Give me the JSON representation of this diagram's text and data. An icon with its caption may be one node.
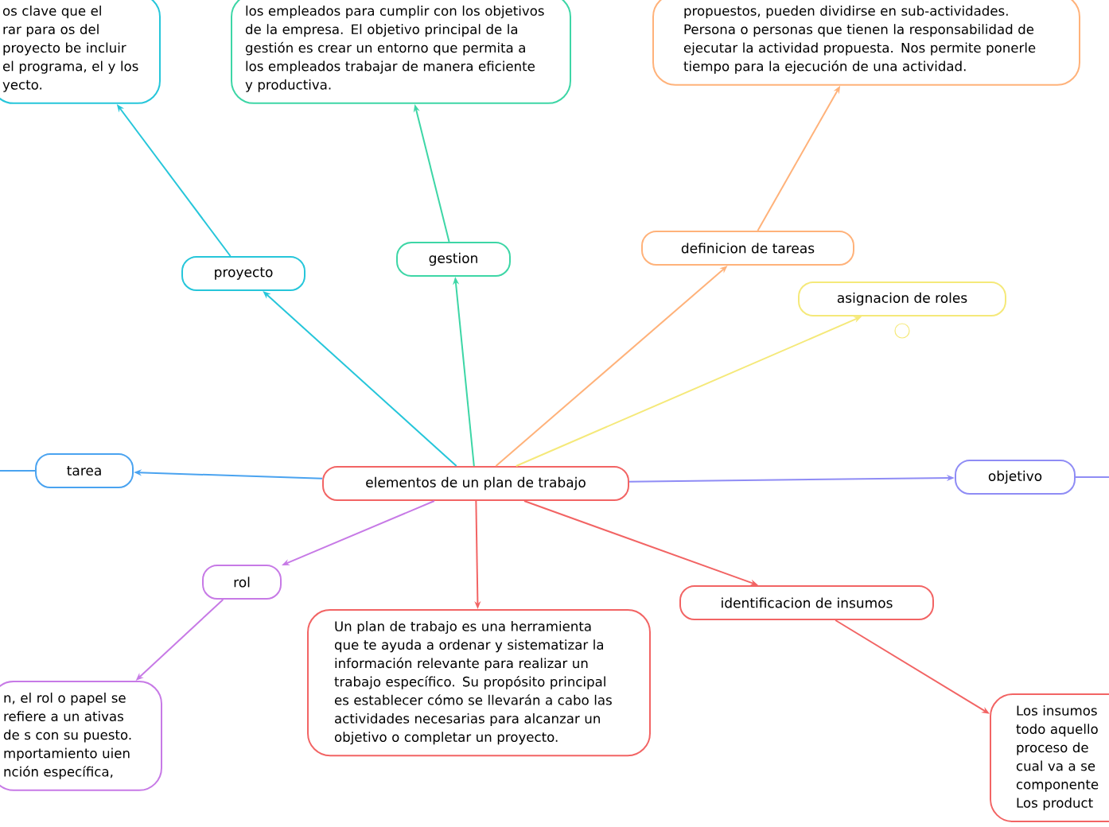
{
  "diagram": {
    "nodes": [
      {
        "text": [
          "elementos de un plan de trabajo"
        ]
      },
      {
        "text": [
          "proyecto"
        ]
      },
      {
        "text": [
          "os clave que el rar para os del proyecto be incluir el programa, el y los yecto."
        ]
      },
      {
        "text": [
          "gestion"
        ]
      },
      {
        "text": [
          "los empleados para cumplir con los objetivos de la empresa. El objetivo principal de la gestión es crear un entorno que permita a los empleados trabajar de manera eficiente y productiva."
        ]
      },
      {
        "text": [
          "definicion de tareas"
        ]
      },
      {
        "text": [
          "propuestos, pueden dividirse en sub-actividades. Persona o personas que tienen la responsabilidad de ejecutar la actividad propuesta. Nos permite ponerle tiempo para la ejecución de una actividad."
        ]
      },
      {
        "text": [
          "asignacion de roles"
        ]
      },
      {
        "text": [
          "tarea"
        ]
      },
      {
        "text": [
          "objetivo"
        ]
      },
      {
        "text": [
          "rol"
        ]
      },
      {
        "text": [
          "n, el rol o papel se refiere a un ativas de s con su puesto. mportamiento uien nción específica,"
        ]
      },
      {
        "text": [
          "identificacion de insumos"
        ]
      },
      {
        "text": [
          "Los insumos todo aquello proceso de cual va a se componente Los product"
        ]
      },
      {
        "text": [
          "Un plan de trabajo es una herramienta que te ayuda a ordenar y sistematizar la información relevante para realizar un trabajo específico. Su propósito principal es establecer cómo se llevarán a cabo las actividades necesarias para alcanzar un objetivo o completar un proyecto."
        ]
      }
    ],
    "edges": [
      {
        "from": 0,
        "to": 1,
        "arrow": "to",
        "color": "#26c6da"
      },
      {
        "from": 1,
        "to": 2,
        "arrow": "to",
        "color": "#26c6da"
      },
      {
        "from": 0,
        "to": 3,
        "arrow": "to",
        "color": "#3dd6a6"
      },
      {
        "from": 3,
        "to": 4,
        "arrow": "to",
        "color": "#3dd6a6"
      },
      {
        "from": 0,
        "to": 5,
        "arrow": "to",
        "color": "#ffb27a"
      },
      {
        "from": 5,
        "to": 6,
        "arrow": "to",
        "color": "#ffb27a"
      },
      {
        "from": 0,
        "to": 7,
        "arrow": "to",
        "color": "#f5e97a"
      },
      {
        "from": 0,
        "to": 8,
        "arrow": "to",
        "color": "#4aa3f0"
      },
      {
        "from": 8,
        "to": null,
        "arrow": "none",
        "color": "#4aa3f0"
      },
      {
        "from": 0,
        "to": 9,
        "arrow": "to",
        "color": "#8f8cf5"
      },
      {
        "from": 9,
        "to": null,
        "arrow": "none",
        "color": "#8f8cf5"
      },
      {
        "from": 0,
        "to": 10,
        "arrow": "to",
        "color": "#c77ae6"
      },
      {
        "from": 10,
        "to": 11,
        "arrow": "to",
        "color": "#c77ae6"
      },
      {
        "from": 0,
        "to": 12,
        "arrow": "to",
        "color": "#f26464"
      },
      {
        "from": 12,
        "to": 13,
        "arrow": "to",
        "color": "#f26464"
      },
      {
        "from": 0,
        "to": 14,
        "arrow": "to",
        "color": "#f26464"
      }
    ]
  }
}
